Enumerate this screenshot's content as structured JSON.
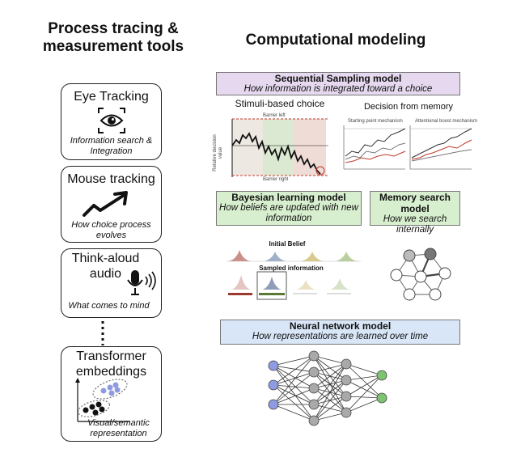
{
  "left_title": "Process tracing & measurement tools",
  "right_title": "Computational modeling",
  "tools": [
    {
      "title": "Eye Tracking",
      "desc": "Information search & Integration",
      "icon": "eye-icon"
    },
    {
      "title": "Mouse tracking",
      "desc": "How choice process evolves",
      "icon": "trend-arrow-icon"
    },
    {
      "title": "Think-aloud audio",
      "desc": "What comes to mind",
      "icon": "microphone-icon"
    },
    {
      "title": "Transformer embeddings",
      "desc": "Visual/semantic representation",
      "icon": "embedding-cluster-icon"
    }
  ],
  "sequential": {
    "title": "Sequential Sampling model",
    "desc": "How information is integrated toward a choice",
    "sub_left": "Stimuli-based choice",
    "sub_right": "Decision from memory",
    "barrier_left": "Barrier left",
    "barrier_right": "Barrier right",
    "y_axis": "Relative decision value",
    "panel_a_title": "Starting point mechanism",
    "panel_b_title": "Attentional boost mechanism",
    "colors": {
      "band": "#e6d9ef",
      "barrier": "#c0392b"
    }
  },
  "bayesian": {
    "title": "Bayesian learning model",
    "desc": "How beliefs are updated with new information",
    "initial_belief": "Initial Belief",
    "sampled_info": "Sampled information",
    "colors": {
      "band": "#d8efcf"
    }
  },
  "memory": {
    "title": "Memory search model",
    "desc": "How we search internally"
  },
  "neural": {
    "title": "Neural network model",
    "desc": "How representations are learned over time",
    "colors": {
      "band": "#d9e6f7",
      "input": "#8f9be0",
      "hidden": "#a9a9a9",
      "output": "#7cc46f"
    }
  }
}
